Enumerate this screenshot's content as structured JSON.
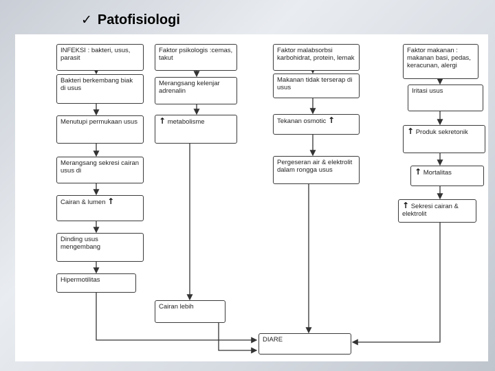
{
  "header": {
    "check_symbol": "✓",
    "title": "Patofisiologi"
  },
  "arrow_symbol": "↑",
  "boxes": {
    "infeksi": "INFEKSI : bakteri, usus, parasit",
    "bakteri": "Bakteri berkembang biak di usus",
    "menutupi": "Menutupi permukaan usus",
    "merangsang_sekresi": "Merangsang sekresi cairan usus di",
    "cairan_lumen": "Cairan & lumen",
    "dinding": "Dinding usus mengembang",
    "hipermotilitas": "Hipermotilitas",
    "faktor_psikologis": "Faktor psikologis :cemas, takut",
    "merangsang_kelenjar": "Merangsang kelenjar adrenalin",
    "metabolisme": "metabolisme",
    "cairan_lebih": "Cairan lebih",
    "faktor_malabsorbsi": "Faktor malabsorbsi karbohidrat, protein, lemak",
    "makanan_tidak": "Makanan tidak terserap di usus",
    "tekanan": "Tekanan osmotic",
    "pergeseran": "Pergeseran air & elektrolit dalam rongga usus",
    "diare": "DIARE",
    "faktor_makanan": "Faktor makanan : makanan basi, pedas, keracunan, alergi",
    "iritasi": "Iritasi usus",
    "produk": "Produk sekretonik",
    "mortalitas": "Mortalitas",
    "sekresi_cairan": "Sekresi cairan & elektrolit"
  }
}
